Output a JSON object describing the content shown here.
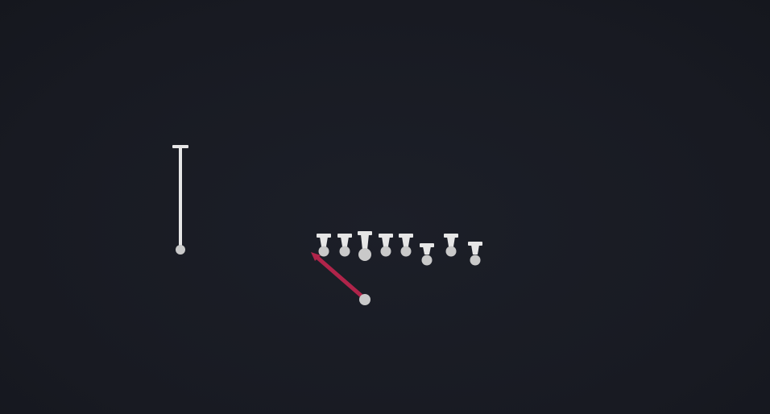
{
  "scene": {
    "background_color": "#1a1c24",
    "pin_color": "#e6e6e6",
    "ball_color": "#c9c9c9",
    "aim_color": "#b0244a",
    "objects": {
      "post": {
        "kind": "standing-post",
        "icon": "post-icon"
      },
      "pins": [
        {
          "kind": "pin",
          "icon": "pin-icon"
        },
        {
          "kind": "pin",
          "icon": "pin-icon"
        },
        {
          "kind": "pin",
          "icon": "pin-icon"
        },
        {
          "kind": "pin",
          "icon": "pin-icon"
        },
        {
          "kind": "pin",
          "icon": "pin-icon"
        },
        {
          "kind": "pin",
          "icon": "pin-icon"
        },
        {
          "kind": "pin",
          "icon": "pin-icon"
        },
        {
          "kind": "pin",
          "icon": "pin-icon"
        }
      ],
      "ball": {
        "kind": "ball",
        "icon": "ball-icon"
      },
      "aim": {
        "kind": "aim-line",
        "icon": "aim-arrow-icon"
      }
    }
  }
}
